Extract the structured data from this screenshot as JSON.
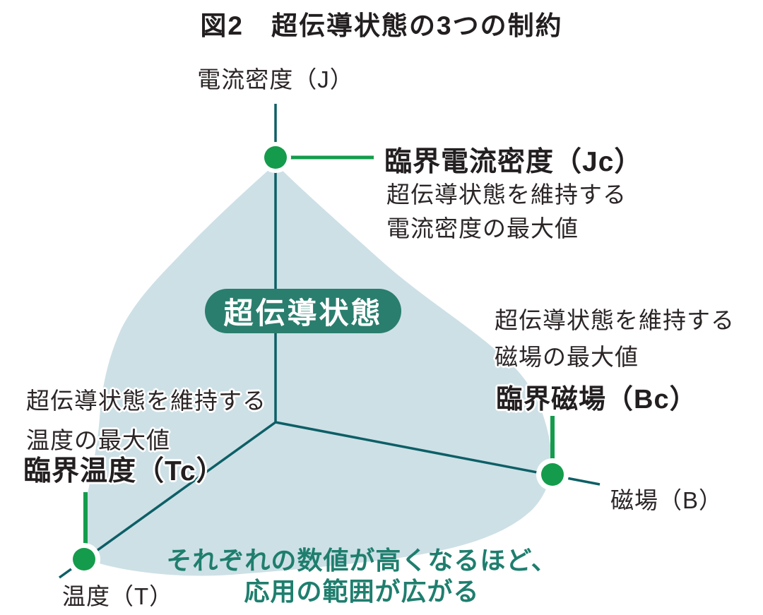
{
  "title": "図2　超伝導状態の3つの制約",
  "colors": {
    "region": "#cde0e6",
    "axis": "#0d5f66",
    "green": "#149c4c",
    "badge": "#2a7e6e",
    "accent": "#1f7e6e",
    "white": "#ffffff"
  },
  "region_label": "超伝導状態",
  "axes": {
    "j_label": "電流密度（J）",
    "b_label": "磁場（B）",
    "t_label": "温度（T）"
  },
  "annotations": {
    "jc": {
      "title": "臨界電流密度（Jc）",
      "desc1": "超伝導状態を維持する",
      "desc2": "電流密度の最大値"
    },
    "bc": {
      "desc1": "超伝導状態を維持する",
      "desc2": "磁場の最大値",
      "title": "臨界磁場（Bc）"
    },
    "tc": {
      "desc1": "超伝導状態を維持する",
      "desc2": "温度の最大値",
      "title": "臨界温度（Tc）"
    }
  },
  "footnote": {
    "line1": "それぞれの数値が高くなるほど、",
    "line2": "応用の範囲が広がる"
  }
}
